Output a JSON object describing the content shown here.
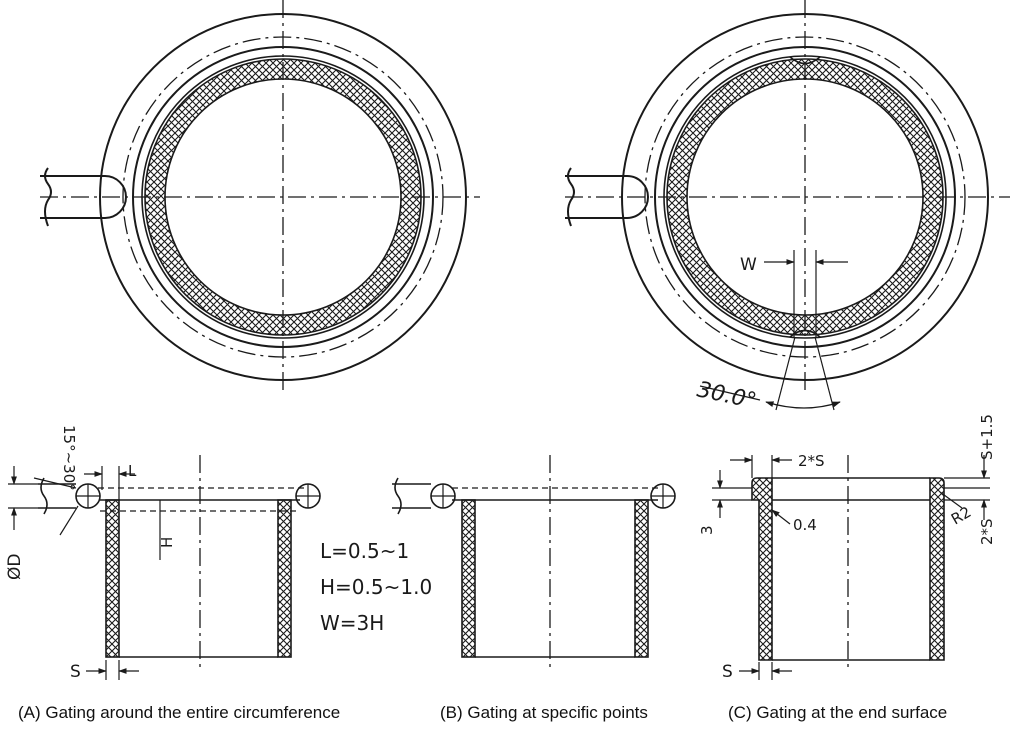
{
  "captions": {
    "a": "(A) Gating around the entire circumference",
    "b": "(B) Gating at specific points",
    "c": "(C) Gating at the end surface"
  },
  "formulas": {
    "l": "L=0.5~1",
    "h": "H=0.5~1.0",
    "w": "W=3H"
  },
  "dimensions": {
    "angle_b": "30.0°",
    "w_label": "W",
    "taper": "15°~30°",
    "diameter": "ØD",
    "l_label": "L",
    "h_label": "H",
    "s_a": "S",
    "s_c": "S",
    "two_s_top": "2*S",
    "s_plus": "S+1.5",
    "three": "3",
    "zero_four": "0.4",
    "r2": "R2",
    "two_s_side": "2*S"
  },
  "colors": {
    "line": "#1a1a1a",
    "background": "#ffffff"
  }
}
